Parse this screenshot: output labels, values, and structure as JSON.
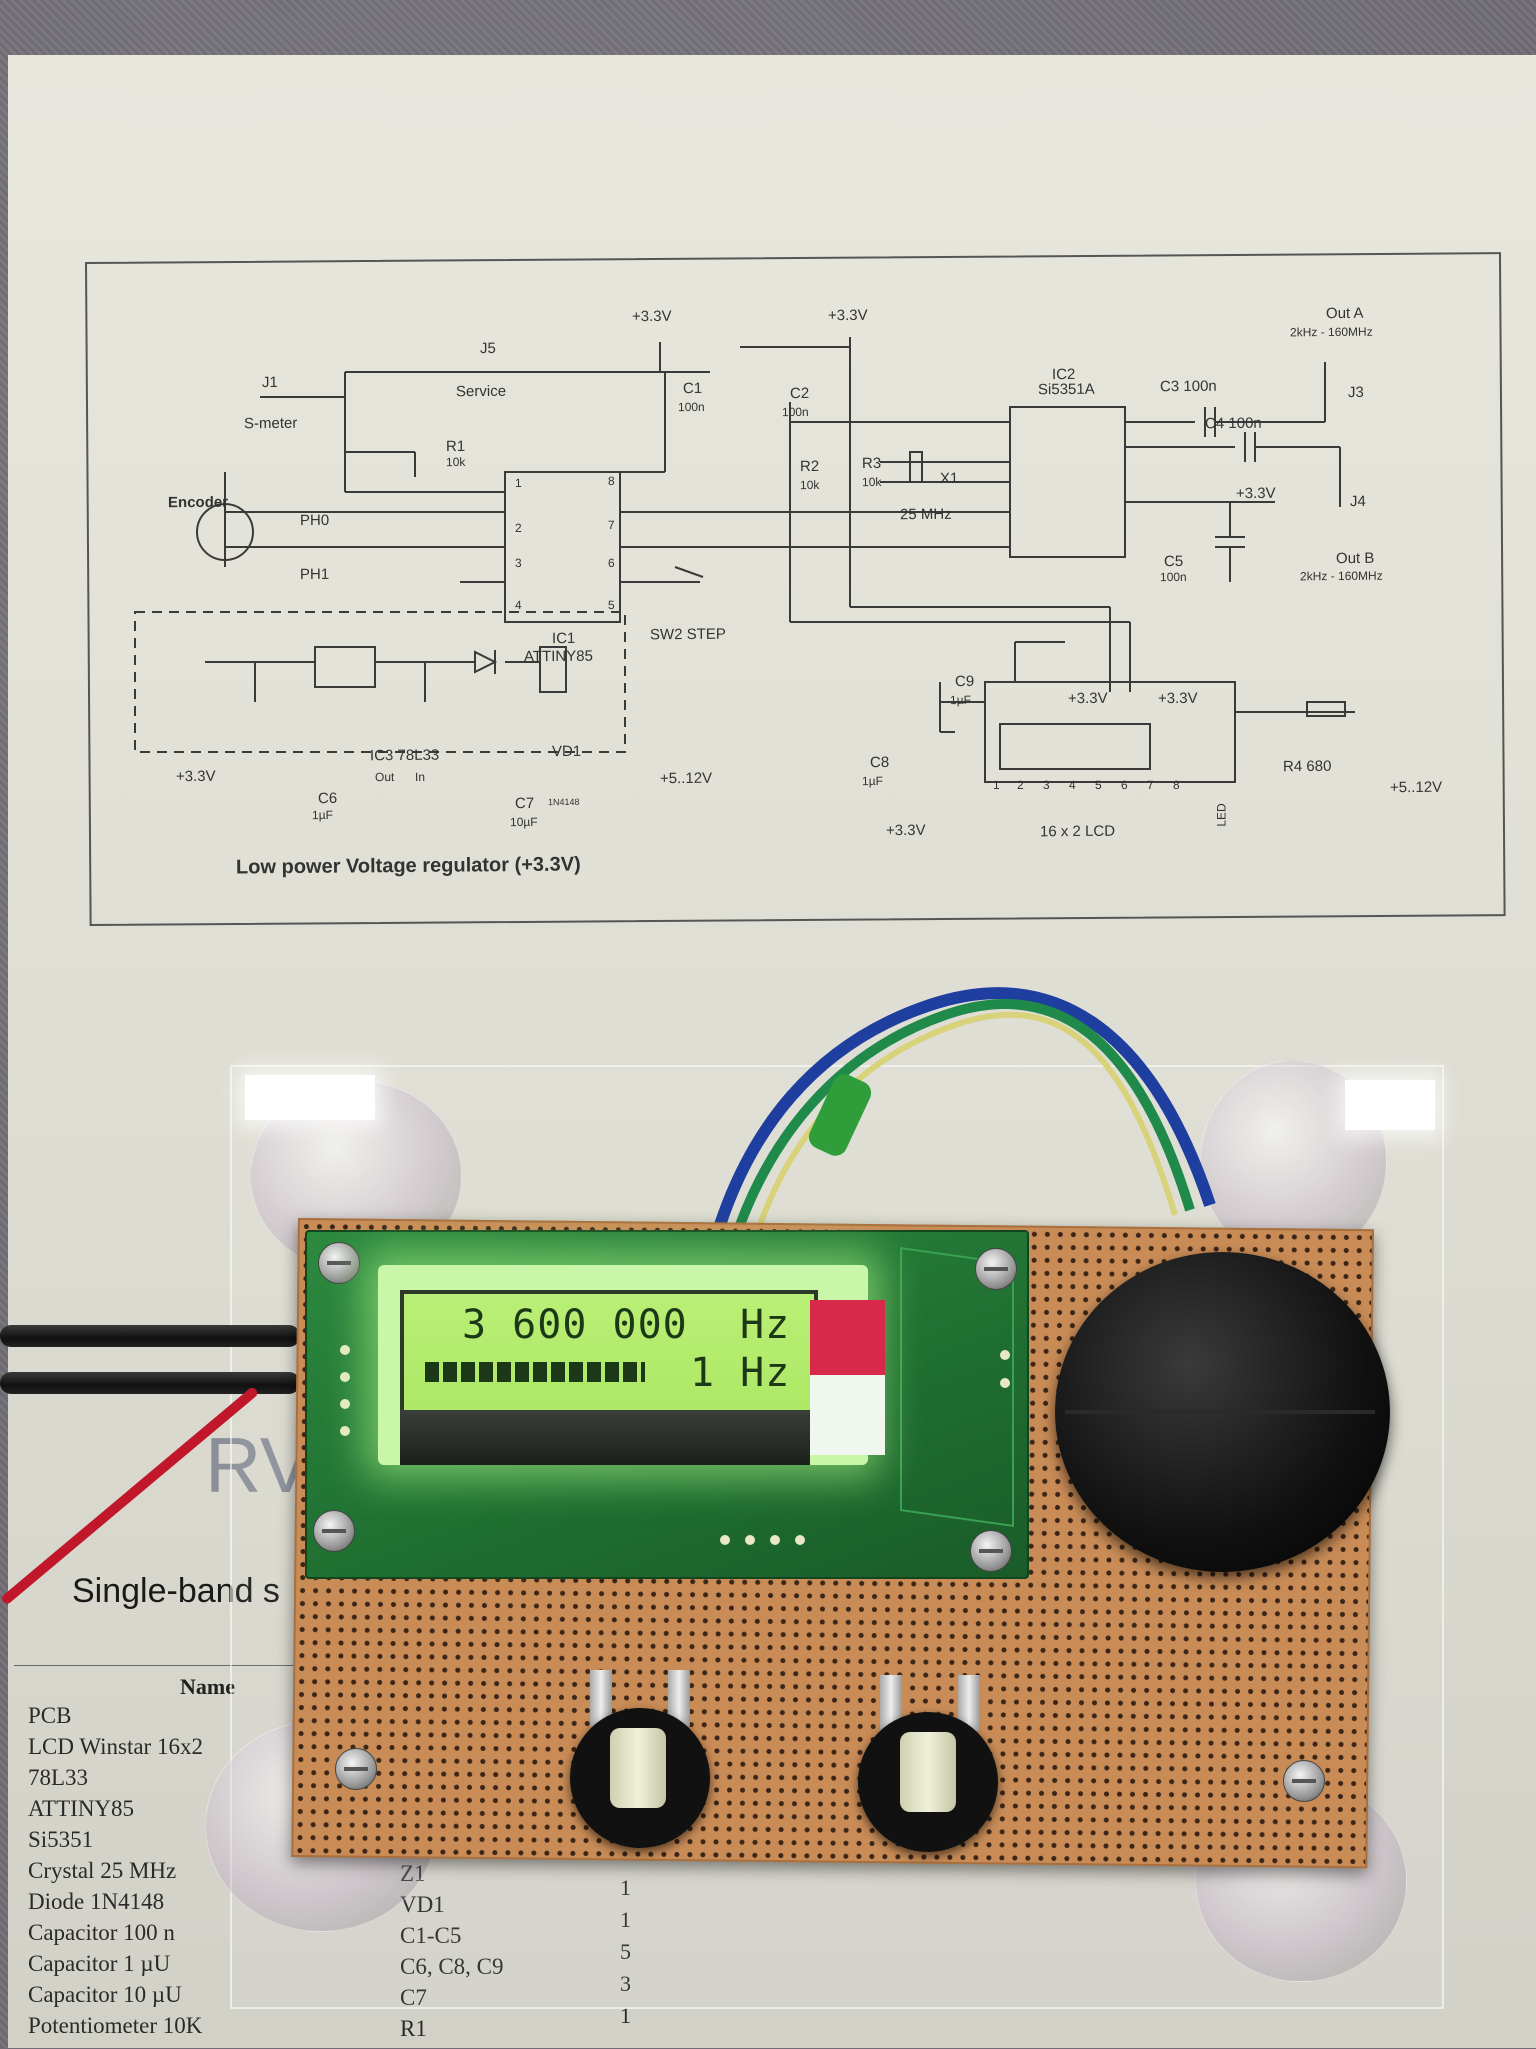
{
  "schematic": {
    "power_label_1": "+3.3V",
    "power_label_2": "+3.3V",
    "j1": "J1",
    "j1_name": "S-meter",
    "j5": "J5",
    "j5_name": "Service",
    "r1": "R1",
    "r1_val": "10k",
    "c1": "C1",
    "c1_val": "100n",
    "c2": "C2",
    "c2_val": "100n",
    "r2": "R2",
    "r2_val": "10k",
    "r3": "R3",
    "r3_val": "10k",
    "x1": "X1",
    "x1_val": "25 MHz",
    "ic2": "IC2",
    "ic2_name": "Si5351A",
    "c3": "C3 100n",
    "c4": "C4 100n",
    "out_a": "Out A",
    "out_a_range": "2kHz - 160MHz",
    "j3": "J3",
    "j4": "J4",
    "out_b": "Out B",
    "out_b_range": "2kHz - 160MHz",
    "c5": "C5",
    "c5_val": "100n",
    "plus33_c5": "+3.3V",
    "encoder": "Encoder",
    "ph0": "PH0",
    "ph1": "PH1",
    "ic1": "IC1",
    "ic1_name": "ATTINY85",
    "sw2": "SW2 STEP",
    "c9": "C9",
    "c9_val": "1µF",
    "plus33_lcd1": "+3.3V",
    "plus33_lcd2": "+3.3V",
    "c8": "C8",
    "c8_val": "1µF",
    "plus33_c8": "+3.3V",
    "lcd_name": "16 x 2 LCD",
    "lcd_pins": [
      "1",
      "2",
      "3",
      "4",
      "5",
      "6",
      "7",
      "8"
    ],
    "led_label": "LED",
    "r4": "R4 680",
    "plus512_lcd": "+5..12V",
    "reg_in": "+3.3V",
    "ic3": "IC3  78L33",
    "ic3_out": "Out",
    "ic3_in": "In",
    "c6": "C6",
    "c6_val": "1µF",
    "c7": "C7",
    "c7_val": "10µF",
    "vd1": "VD1",
    "vd1_val": "1N4148",
    "plus512_reg": "+5..12V",
    "regulator_title": "Low power Voltage regulator (+3.3V)",
    "pin_nums_left": [
      "1",
      "2",
      "3",
      "4"
    ],
    "pin_nums_right": [
      "8",
      "7",
      "6",
      "5"
    ]
  },
  "lcd_display": {
    "line1_freq": "3 600 000",
    "line1_unit": "Hz",
    "line2_step": "1 Hz"
  },
  "printed_page": {
    "logo": "RV",
    "title": "Single-band s",
    "table_header": "Name",
    "parts": [
      "PCB",
      "LCD Winstar 16x2",
      "78L33",
      "ATTINY85",
      "Si5351",
      "Crystal 25 MHz",
      "Diode 1N4148",
      "Capacitor 100 n",
      "Capacitor 1 µU",
      "Capacitor 10 µU",
      "Potentiometer 10K"
    ],
    "designators": [
      "Z1",
      "VD1",
      "C1-C5",
      "C6, C8, C9",
      "C7",
      "R1"
    ],
    "quantities": [
      "1",
      "1",
      "5",
      "3",
      "1"
    ]
  }
}
